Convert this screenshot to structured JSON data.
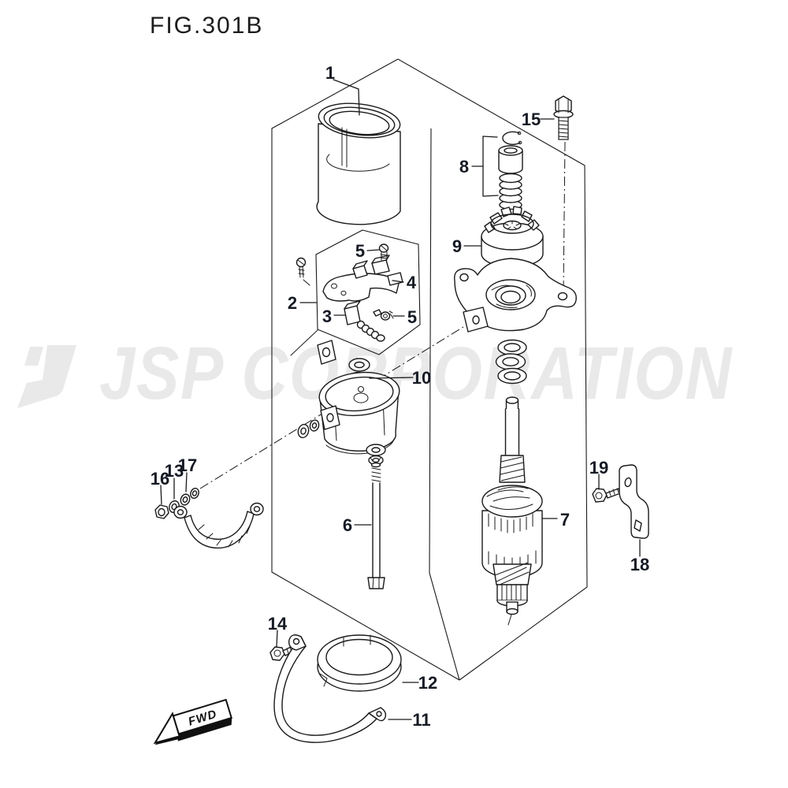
{
  "figure": {
    "title": "FIG.301B"
  },
  "watermark": {
    "text": "JSP CORPORATION",
    "color": "#e9e9e9"
  },
  "fwd_arrow": {
    "label": "FWD"
  },
  "callouts": [
    {
      "number": "1"
    },
    {
      "number": "2"
    },
    {
      "number": "3"
    },
    {
      "number": "4"
    },
    {
      "number": "5"
    },
    {
      "number": "5"
    },
    {
      "number": "6"
    },
    {
      "number": "7"
    },
    {
      "number": "8"
    },
    {
      "number": "9"
    },
    {
      "number": "10"
    },
    {
      "number": "11"
    },
    {
      "number": "12"
    },
    {
      "number": "13"
    },
    {
      "number": "14"
    },
    {
      "number": "15"
    },
    {
      "number": "16"
    },
    {
      "number": "17"
    },
    {
      "number": "18"
    },
    {
      "number": "19"
    }
  ],
  "colors": {
    "background": "#ffffff",
    "line": "#1a1a1a",
    "label": "#161a24",
    "watermark": "#e9e9e9"
  }
}
